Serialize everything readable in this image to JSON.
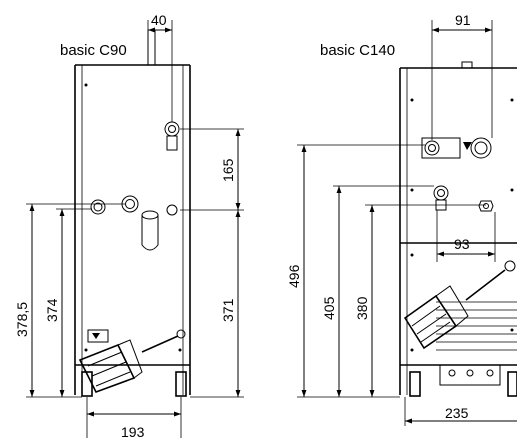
{
  "unit_left": {
    "title": "basic C90",
    "dims": {
      "top_offset": "40",
      "upper_height": "165",
      "height_outer": "378,5",
      "height_inner": "374",
      "height_right": "371",
      "width": "193"
    }
  },
  "unit_right": {
    "title": "basic C140",
    "dims": {
      "top_offset": "91",
      "height_total": "496",
      "height_mid": "405",
      "height_low": "380",
      "mid_offset": "93",
      "width": "235"
    }
  }
}
